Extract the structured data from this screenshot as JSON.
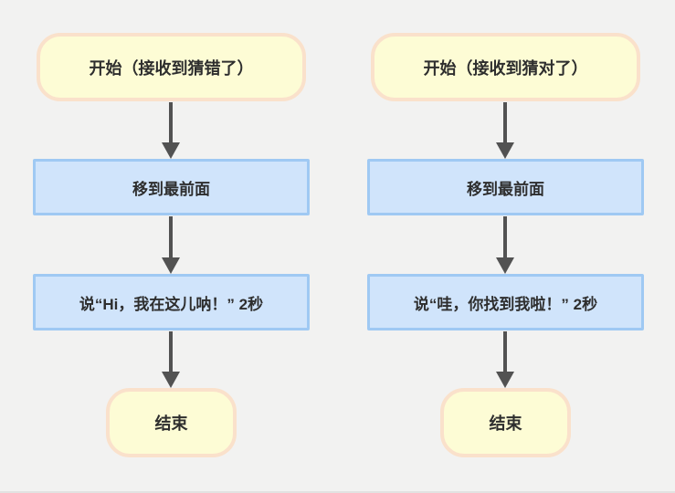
{
  "canvas": {
    "background": "#F2F2F1"
  },
  "style": {
    "terminal_fill": "#FDFCD5",
    "terminal_border": "#FAE1CB",
    "process_fill": "#D0E4FB",
    "process_border": "#9FC9F3",
    "arrow_color": "#525252",
    "text_color": "#2E2E2E"
  },
  "flowcharts": [
    {
      "name": "guessed-wrong",
      "start_label": "开始（接收到猜错了）",
      "steps": [
        "移到最前面",
        "说“Hi，我在这儿呐！” 2秒"
      ],
      "end_label": "结束"
    },
    {
      "name": "guessed-right",
      "start_label": "开始（接收到猜对了）",
      "steps": [
        "移到最前面",
        "说“哇，你找到我啦！” 2秒"
      ],
      "end_label": "结束"
    }
  ]
}
